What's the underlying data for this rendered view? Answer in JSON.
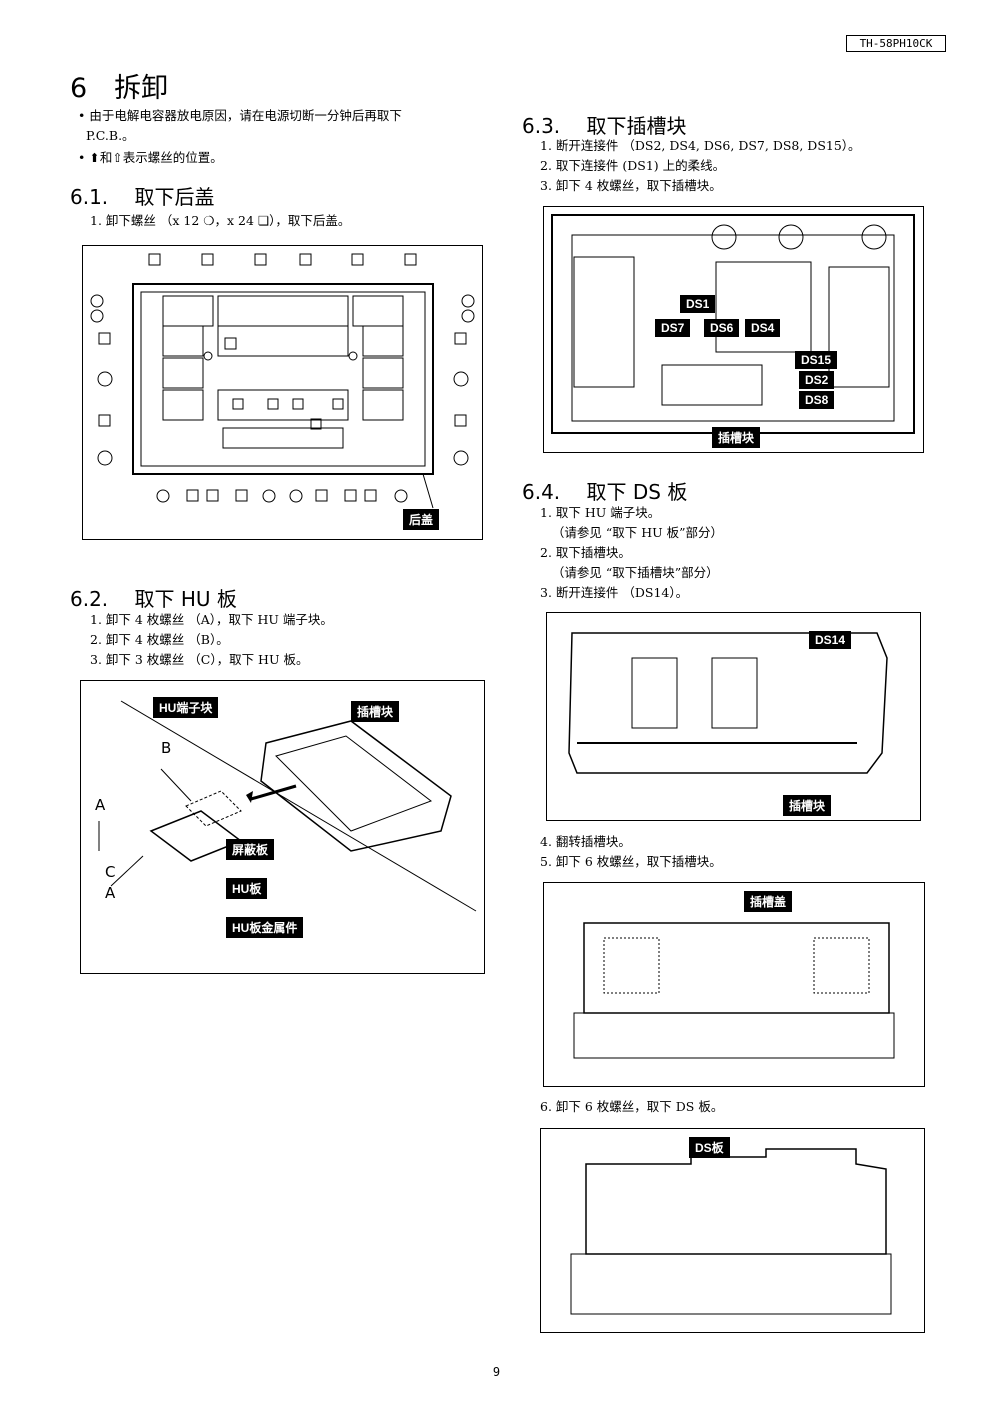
{
  "header": {
    "model": "TH-58PH10CK"
  },
  "section": {
    "title": "6　拆卸"
  },
  "notes": [
    "• 由于电解电容器放电原因，请在电源切断一分钟后再取下",
    "  P.C.B.。",
    "• ⬆和⇧表示螺丝的位置。"
  ],
  "s61": {
    "title": "6.1.　 取下后盖",
    "steps": [
      "1. 卸下螺丝 （x 12 ❍，x 24 ❏），取下后盖。"
    ],
    "label": "后盖"
  },
  "s62": {
    "title": "6.2.　 取下 HU 板",
    "steps": [
      "1. 卸下 4 枚螺丝 （A），取下 HU 端子块。",
      "2. 卸下 4 枚螺丝 （B）。",
      "3. 卸下 3 枚螺丝 （C），取下 HU 板。"
    ],
    "labels": {
      "hu_terminal": "HU端子块",
      "slot_block": "插槽块",
      "shield": "屏蔽板",
      "hu_board": "HU板",
      "hu_metal": "HU板金属件",
      "a1": "A",
      "a2": "A",
      "b": "B",
      "c": "C"
    }
  },
  "s63": {
    "title": "6.3.　 取下插槽块",
    "steps": [
      "1. 断开连接件 （DS2, DS4, DS6, DS7, DS8, DS15）。",
      "2. 取下连接件 (DS1) 上的柔线。",
      "3. 卸下 4 枚螺丝，取下插槽块。"
    ],
    "labels": {
      "ds1": "DS1",
      "ds7": "DS7",
      "ds6": "DS6",
      "ds4": "DS4",
      "ds15": "DS15",
      "ds2": "DS2",
      "ds8": "DS8",
      "slot": "插槽块"
    }
  },
  "s64": {
    "title": "6.4.　 取下 DS 板",
    "steps_a": [
      "1. 取下 HU 端子块。",
      "   （请参见 “取下 HU 板”部分）",
      "2. 取下插槽块。",
      "   （请参见 “取下插槽块”部分）",
      "3. 断开连接件 （DS14）。"
    ],
    "fig1": {
      "ds14": "DS14",
      "slot": "插槽块"
    },
    "steps_b": [
      "4. 翻转插槽块。",
      "5. 卸下 6 枚螺丝，取下插槽块。"
    ],
    "fig2": {
      "cover": "插槽盖"
    },
    "steps_c": [
      "6. 卸下 6 枚螺丝，取下 DS 板。"
    ],
    "fig3": {
      "ds": "DS板"
    }
  },
  "page_number": "9"
}
